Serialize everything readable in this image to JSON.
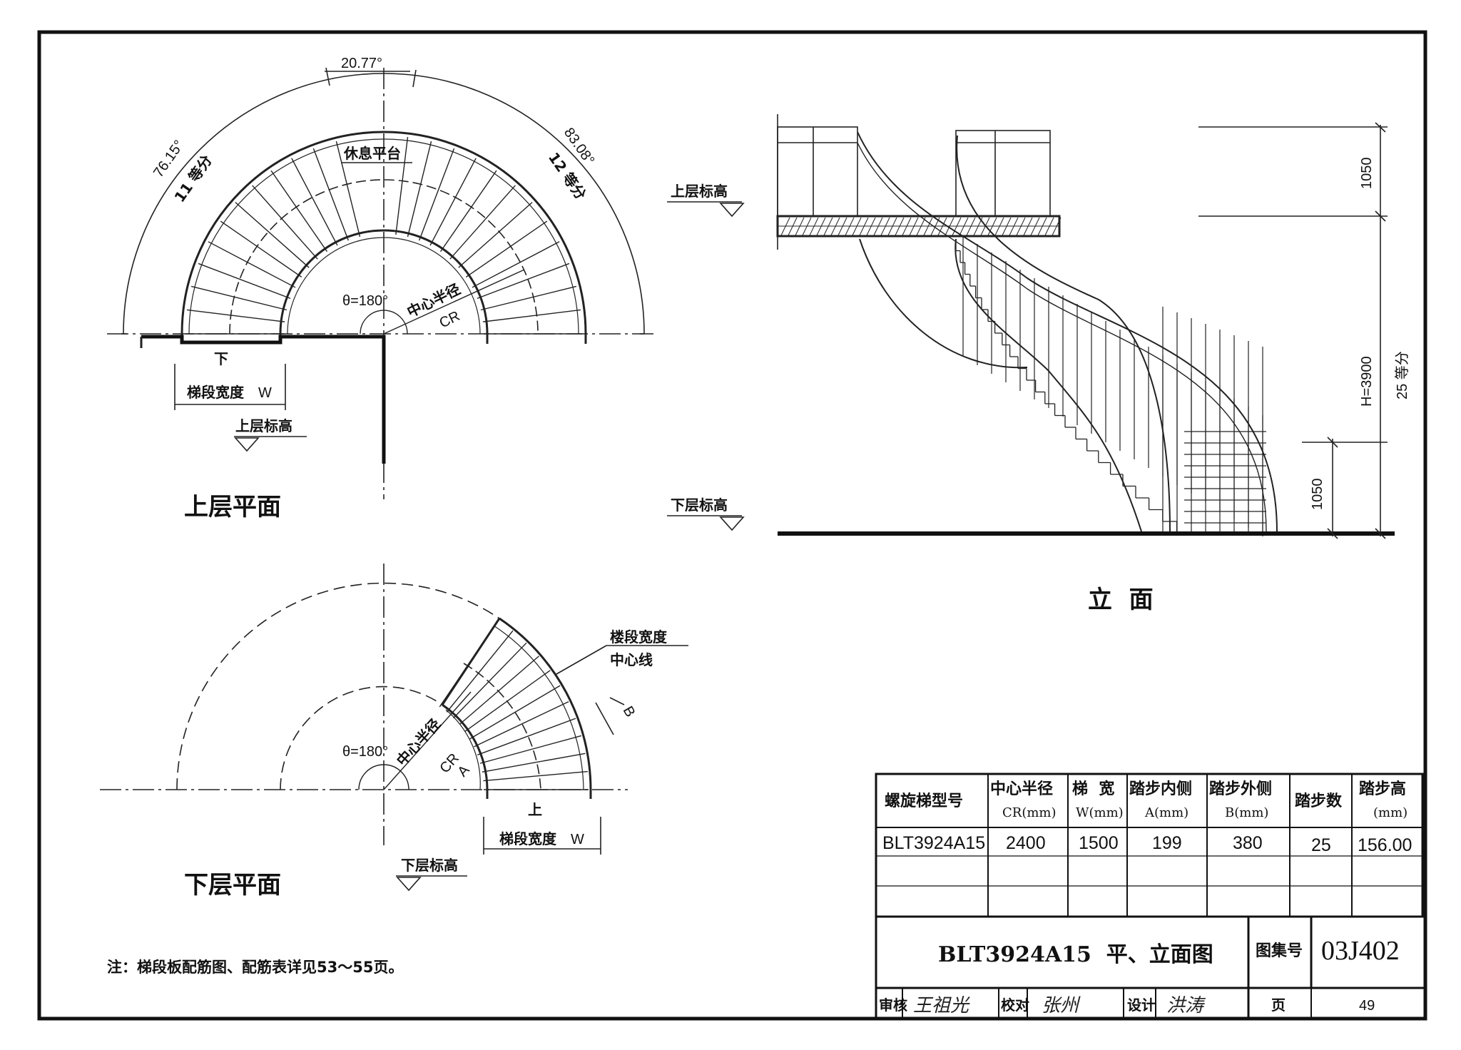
{
  "upper_plan": {
    "caption": "上层平面",
    "angle_left": "76.15°",
    "div_left": "11 等分",
    "angle_mid": "20.77°",
    "angle_right": "83.08°",
    "div_right": "12 等分",
    "landing": "休息平台",
    "theta": "θ=180°",
    "center_radius": "中心半径",
    "cr": "CR",
    "down": "下",
    "flight_width": "梯段宽度",
    "w": "W",
    "upper_level": "上层标高"
  },
  "lower_plan": {
    "caption": "下层平面",
    "flight_width_center": "楼段宽度",
    "center_line": "中心线",
    "b": "B",
    "theta": "θ=180°",
    "center_radius": "中心半径",
    "cr": "CR",
    "a": "A",
    "up": "上",
    "flight_width": "梯段宽度",
    "w": "W",
    "lower_level": "下层标高"
  },
  "elevation": {
    "caption": "立  面",
    "upper_level": "上层标高",
    "lower_level": "下层标高",
    "dim_top": "1050",
    "dim_bottom": "1050",
    "height": "H=3900",
    "divisions": "25 等分"
  },
  "note": "注：梯段板配筋图、配筋表详见53～55页。",
  "table": {
    "headers": [
      {
        "line1": "螺旋梯型号",
        "line2": ""
      },
      {
        "line1": "中心半径",
        "line2": "CR(mm)"
      },
      {
        "line1": "梯  宽",
        "line2": "W(mm)"
      },
      {
        "line1": "踏步内侧",
        "line2": "A(mm)"
      },
      {
        "line1": "踏步外侧",
        "line2": "B(mm)"
      },
      {
        "line1": "踏步数",
        "line2": ""
      },
      {
        "line1": "踏步高",
        "line2": "(mm)"
      }
    ],
    "row": [
      "BLT3924A15",
      "2400",
      "1500",
      "199",
      "380",
      "25",
      "156.00"
    ]
  },
  "title_block": {
    "title": "BLT3924A15  平、立面图",
    "atlas_label": "图集号",
    "atlas_no": "03J402",
    "review": "审核",
    "review_sig": "王祖光",
    "check": "校对",
    "check_sig": "张州",
    "design": "设计",
    "design_sig": "洪涛",
    "page_label": "页",
    "page_no": "49"
  }
}
